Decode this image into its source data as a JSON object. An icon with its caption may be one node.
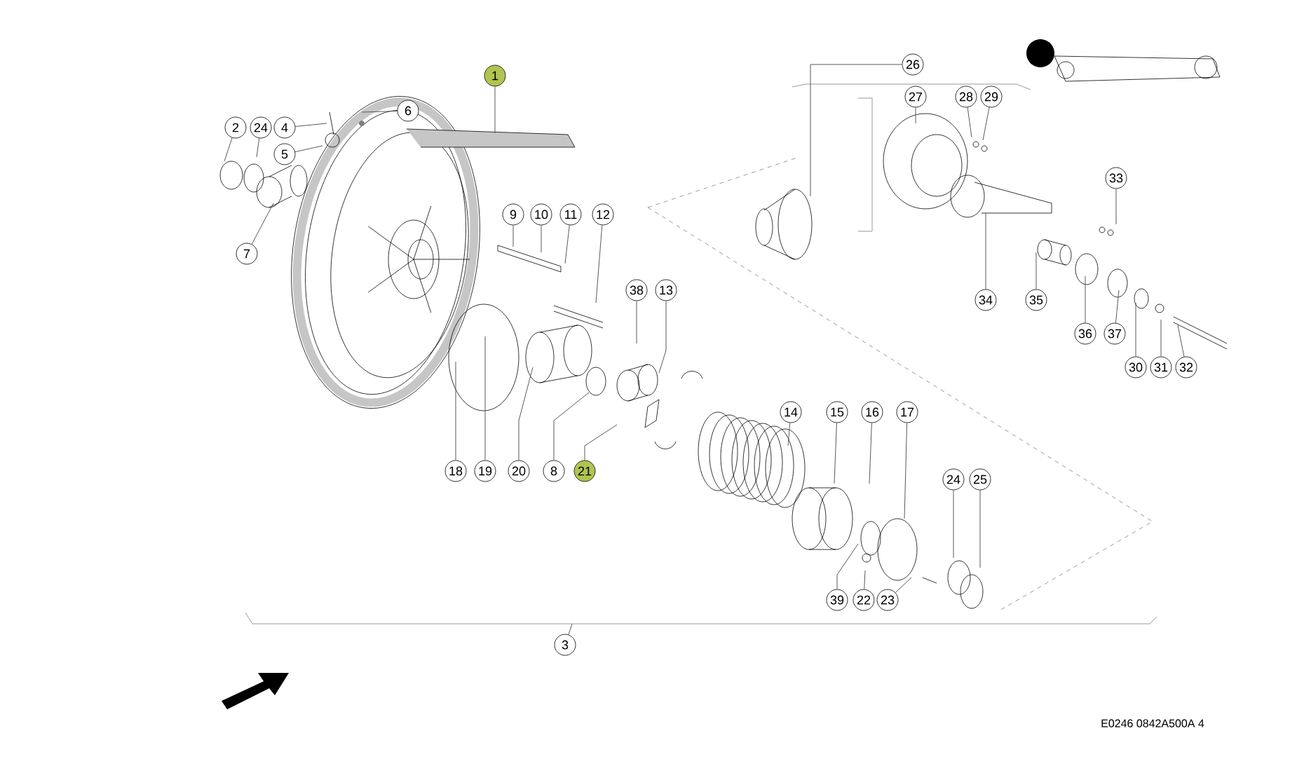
{
  "diagram": {
    "nodes": [
      {
        "text": [
          "1"
        ]
      },
      {
        "text": [
          "26"
        ]
      },
      {
        "text": [
          "27"
        ]
      },
      {
        "text": [
          "28"
        ]
      },
      {
        "text": [
          "29"
        ]
      },
      {
        "text": [
          "6"
        ]
      },
      {
        "text": [
          "2"
        ]
      },
      {
        "text": [
          "24"
        ]
      },
      {
        "text": [
          "4"
        ]
      },
      {
        "text": [
          "5"
        ]
      },
      {
        "text": [
          "33"
        ]
      },
      {
        "text": [
          "9"
        ]
      },
      {
        "text": [
          "10"
        ]
      },
      {
        "text": [
          "11"
        ]
      },
      {
        "text": [
          "12"
        ]
      },
      {
        "text": [
          "7"
        ]
      },
      {
        "text": [
          "38"
        ]
      },
      {
        "text": [
          "13"
        ]
      },
      {
        "text": [
          "34"
        ]
      },
      {
        "text": [
          "35"
        ]
      },
      {
        "text": [
          "36"
        ]
      },
      {
        "text": [
          "37"
        ]
      },
      {
        "text": [
          "30"
        ]
      },
      {
        "text": [
          "31"
        ]
      },
      {
        "text": [
          "32"
        ]
      },
      {
        "text": [
          "14"
        ]
      },
      {
        "text": [
          "15"
        ]
      },
      {
        "text": [
          "16"
        ]
      },
      {
        "text": [
          "17"
        ]
      },
      {
        "text": [
          "18"
        ]
      },
      {
        "text": [
          "19"
        ]
      },
      {
        "text": [
          "20"
        ]
      },
      {
        "text": [
          "8"
        ]
      },
      {
        "text": [
          "21"
        ]
      },
      {
        "text": [
          "24"
        ]
      },
      {
        "text": [
          "25"
        ]
      },
      {
        "text": [
          "39"
        ]
      },
      {
        "text": [
          "22"
        ]
      },
      {
        "text": [
          "23"
        ]
      },
      {
        "text": [
          "3"
        ]
      }
    ],
    "edges": [
      {
        "from": 0,
        "to": null,
        "arrow": "none"
      },
      {
        "from": 1,
        "to": null,
        "arrow": "none"
      },
      {
        "from": 2,
        "to": null,
        "arrow": "none"
      },
      {
        "from": 3,
        "to": null,
        "arrow": "none"
      },
      {
        "from": 4,
        "to": null,
        "arrow": "none"
      },
      {
        "from": 5,
        "to": null,
        "arrow": "none"
      },
      {
        "from": 6,
        "to": null,
        "arrow": "none"
      },
      {
        "from": 7,
        "to": null,
        "arrow": "none"
      },
      {
        "from": 8,
        "to": null,
        "arrow": "none"
      },
      {
        "from": 9,
        "to": null,
        "arrow": "none"
      },
      {
        "from": 10,
        "to": null,
        "arrow": "none"
      },
      {
        "from": 11,
        "to": null,
        "arrow": "none"
      },
      {
        "from": 12,
        "to": null,
        "arrow": "none"
      },
      {
        "from": 13,
        "to": null,
        "arrow": "none"
      },
      {
        "from": 14,
        "to": null,
        "arrow": "none"
      },
      {
        "from": 15,
        "to": null,
        "arrow": "none"
      },
      {
        "from": 16,
        "to": null,
        "arrow": "none"
      },
      {
        "from": 17,
        "to": null,
        "arrow": "none"
      },
      {
        "from": 18,
        "to": null,
        "arrow": "none"
      },
      {
        "from": 19,
        "to": null,
        "arrow": "none"
      },
      {
        "from": 20,
        "to": null,
        "arrow": "none"
      },
      {
        "from": 21,
        "to": null,
        "arrow": "none"
      },
      {
        "from": 22,
        "to": null,
        "arrow": "none"
      },
      {
        "from": 23,
        "to": null,
        "arrow": "none"
      },
      {
        "from": 24,
        "to": null,
        "arrow": "none"
      },
      {
        "from": 25,
        "to": null,
        "arrow": "none"
      },
      {
        "from": 26,
        "to": null,
        "arrow": "none"
      },
      {
        "from": 27,
        "to": null,
        "arrow": "none"
      },
      {
        "from": 28,
        "to": null,
        "arrow": "none"
      },
      {
        "from": 29,
        "to": null,
        "arrow": "none"
      },
      {
        "from": 30,
        "to": null,
        "arrow": "none"
      },
      {
        "from": 31,
        "to": null,
        "arrow": "none"
      },
      {
        "from": 32,
        "to": null,
        "arrow": "none"
      },
      {
        "from": 33,
        "to": null,
        "arrow": "none"
      },
      {
        "from": 34,
        "to": null,
        "arrow": "none"
      },
      {
        "from": 35,
        "to": null,
        "arrow": "none"
      },
      {
        "from": 36,
        "to": null,
        "arrow": "none"
      },
      {
        "from": 37,
        "to": null,
        "arrow": "none"
      },
      {
        "from": 38,
        "to": null,
        "arrow": "none"
      },
      {
        "from": 39,
        "to": null,
        "arrow": "none"
      }
    ],
    "labels": [
      "E0246 0842A500A 4"
    ]
  }
}
